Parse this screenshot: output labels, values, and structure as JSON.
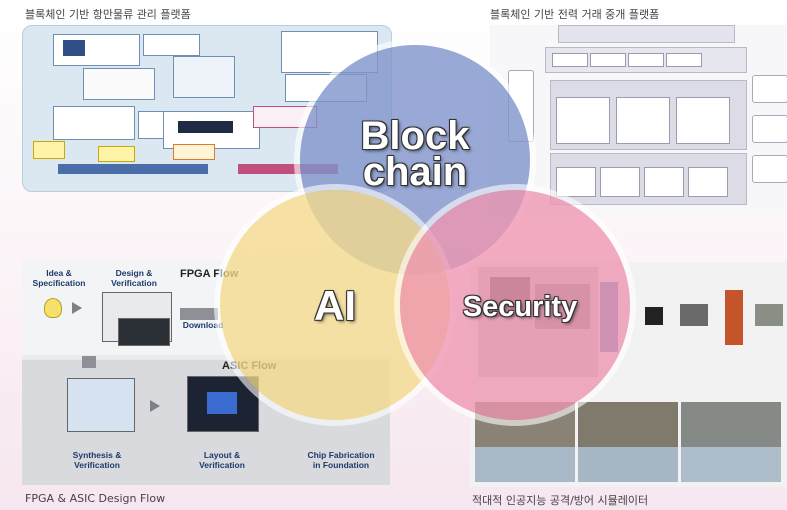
{
  "captions": {
    "top_left": "블록체인 기반 항만물류 관리 플랫폼",
    "top_right": "블록체인 기반 전력 거래 중개 플랫폼",
    "bottom_left": "FPGA & ASIC Design Flow",
    "bottom_right": "적대적 인공지능 공격/방어 시뮬레이터"
  },
  "venn": {
    "blockchain": "Block\nchain",
    "ai": "AI",
    "security": "Security",
    "colors": {
      "blockchain": "#7f94cc",
      "ai": "#f3da8a",
      "security": "#ee95b0"
    }
  },
  "fpga_flow": {
    "idea": "Idea &\nSpecification",
    "design": "Design &\nVerification",
    "fpga_flow": "FPGA Flow",
    "download": "Download",
    "asic_flow": "ASIC Flow",
    "synthesis": "Synthesis &\nVerification",
    "layout": "Layout &\nVerification",
    "chip": "Chip Fabrication\nin Foundation"
  }
}
